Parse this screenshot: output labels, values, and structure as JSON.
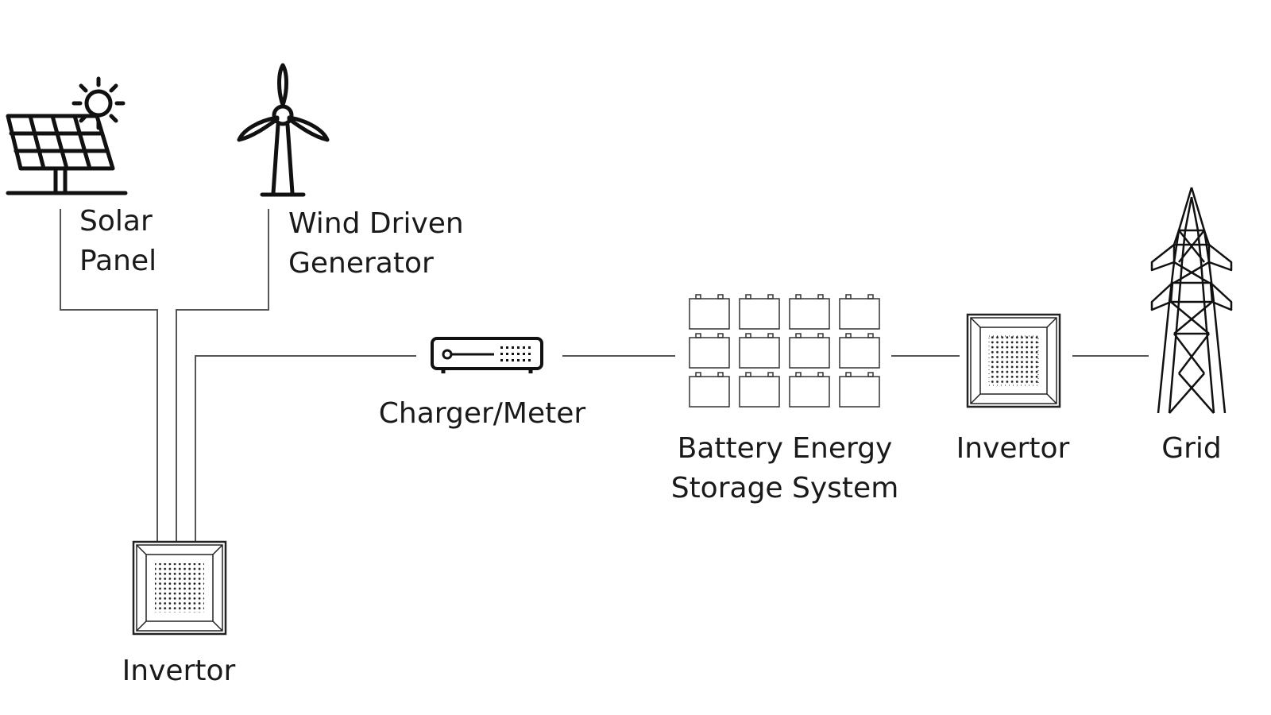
{
  "labels": {
    "solar_panel": [
      "Solar",
      "Panel"
    ],
    "wind_generator": [
      "Wind Driven",
      "Generator"
    ],
    "charger_meter": "Charger/Meter",
    "battery_storage": [
      "Battery Energy",
      "Storage System"
    ],
    "invertor_right": "Invertor",
    "grid": "Grid",
    "invertor_bottom": "Invertor"
  },
  "colors": {
    "stroke": "#1a1a1a",
    "line": "#555555",
    "background": "#ffffff"
  }
}
